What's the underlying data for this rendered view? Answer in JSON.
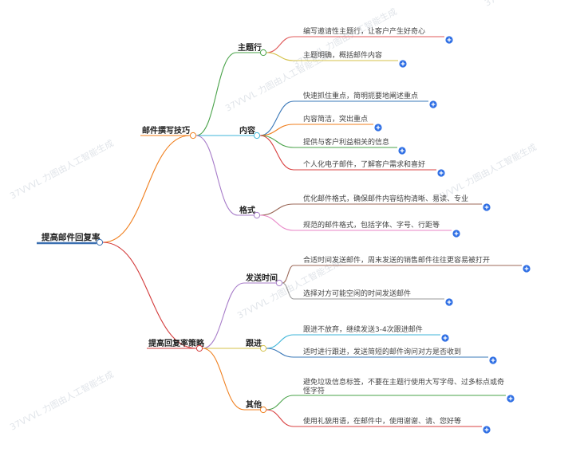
{
  "watermark": "37VVVL 力图由人工智能生成",
  "root": {
    "label": "提高邮件回复率",
    "color": "#3a6fb0"
  },
  "branches": [
    {
      "label": "邮件撰写技巧",
      "color": "#f07f1e",
      "children": [
        {
          "label": "主题行",
          "color": "#4aa34a",
          "leaves": [
            {
              "text": "编写邀请性主题行，让客户产生好奇心",
              "color": "#e05a5a"
            },
            {
              "text": "主题明确，概括邮件内容",
              "color": "#d4c24a"
            }
          ]
        },
        {
          "label": "内容",
          "color": "#3fb6d9",
          "leaves": [
            {
              "text": "快速抓住重点，简明扼要地阐述重点",
              "color": "#3a78b8"
            },
            {
              "text": "内容简洁，突出重点",
              "color": "#f07f1e"
            },
            {
              "text": "提供与客户利益相关的信息",
              "color": "#4aa34a"
            },
            {
              "text": "个人化电子邮件，了解客户需求和喜好",
              "color": "#d94040"
            }
          ]
        },
        {
          "label": "格式",
          "color": "#a77cc9",
          "leaves": [
            {
              "text": "优化邮件格式，确保邮件内容结构清晰、易读、专业",
              "color": "#9c6a5a"
            },
            {
              "text": "规范的邮件格式，包括字体、字号、行距等",
              "color": "#e886c7"
            }
          ]
        }
      ]
    },
    {
      "label": "提高回复率策略",
      "color": "#d33a3a",
      "children": [
        {
          "label": "发送时间",
          "color": "#a77cc9",
          "leaves": [
            {
              "text": "合适时间发送邮件，周末发送的销售邮件往往更容易被打开",
              "color": "#9c6a5a"
            },
            {
              "text": "选择对方可能空闲的时间发送邮件",
              "color": "#999999"
            }
          ]
        },
        {
          "label": "跟进",
          "color": "#d4c24a",
          "leaves": [
            {
              "text": "跟进不放弃，继续发送3-4次跟进邮件",
              "color": "#3fb6d9"
            },
            {
              "text": "适时进行跟进，发送简短的邮件询问对方是否收到",
              "color": "#3a78b8"
            }
          ]
        },
        {
          "label": "其他",
          "color": "#f07f1e",
          "leaves": [
            {
              "text": "避免垃圾信息标签，不要在主题行使用大写字母、过多标点或奇怪字符",
              "color": "#4aa34a"
            },
            {
              "text": "使用礼貌用语，在邮件中，使用谢谢、请、您好等",
              "color": "#d94040"
            }
          ]
        }
      ]
    }
  ]
}
